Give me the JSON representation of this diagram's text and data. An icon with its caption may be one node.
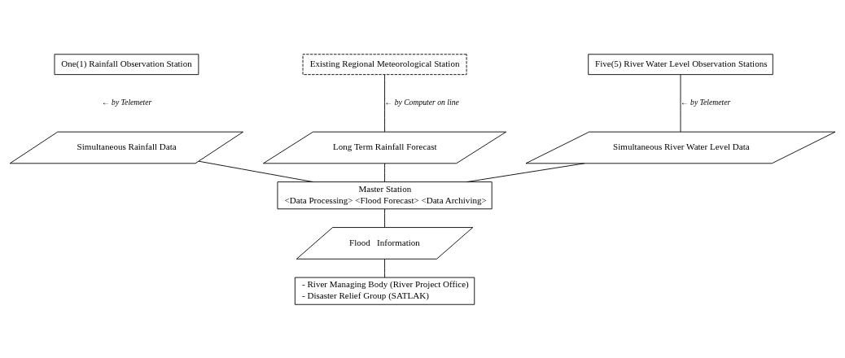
{
  "diagram": {
    "nodes": [
      {
        "text": [
          "One(1) Rainfall Observation Station"
        ]
      },
      {
        "text": [
          "Existing Regional Meteorological Station"
        ]
      },
      {
        "text": [
          "Five(5) River Water Level Observation Stations"
        ]
      },
      {
        "text": [
          "Simultaneous Rainfall Data"
        ]
      },
      {
        "text": [
          "Long Term Rainfall Forecast"
        ]
      },
      {
        "text": [
          "Simultaneous River Water Level Data"
        ]
      },
      {
        "text": [
          "Master Station",
          "<Data Processing> <Flood Forecast> <Data Archiving>"
        ]
      },
      {
        "text": [
          "Flood   Information"
        ]
      },
      {
        "text": [
          "- River Managing Body (River Project Office)",
          "- Disaster Relief Group (SATLAK)"
        ]
      }
    ],
    "edges": [
      {
        "from": 1,
        "to": 4,
        "arrow": "none",
        "label": "← by Computer on line"
      },
      {
        "from": 2,
        "to": 5,
        "arrow": "none",
        "label": "← by Telemeter"
      },
      {
        "from": 3,
        "to": 6,
        "arrow": "none"
      },
      {
        "from": 4,
        "to": 6,
        "arrow": "none"
      },
      {
        "from": 5,
        "to": 6,
        "arrow": "none"
      },
      {
        "from": 6,
        "to": 7,
        "arrow": "none"
      },
      {
        "from": 7,
        "to": 8,
        "arrow": "none"
      }
    ],
    "labels": [
      "← by Telemeter"
    ]
  }
}
